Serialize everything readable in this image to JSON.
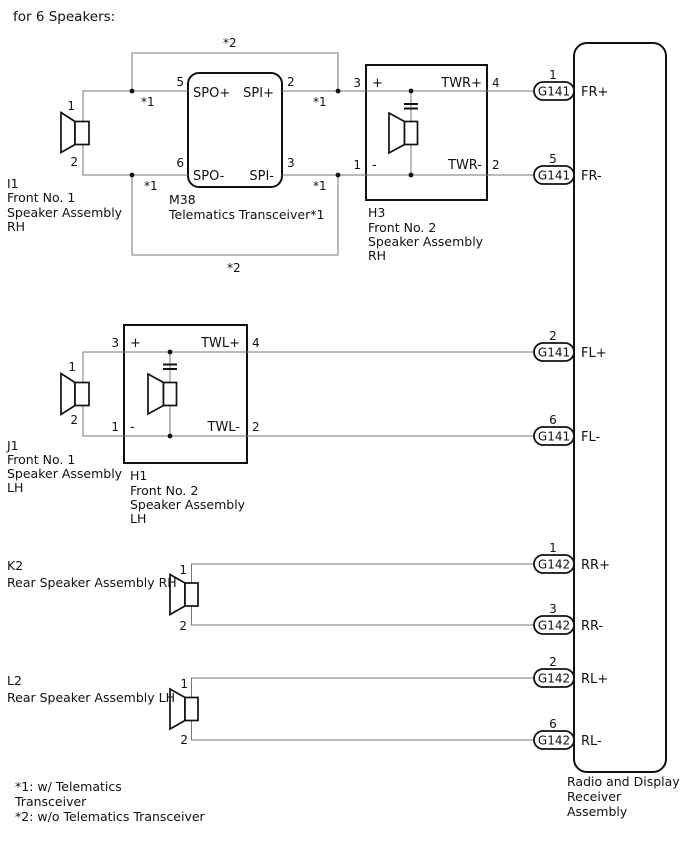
{
  "title": "for 6 Speakers:",
  "annotations": {
    "star1": "*1",
    "star2": "*2"
  },
  "footnotes": {
    "l1": "*1: w/ Telematics",
    "l2": "Transceiver",
    "l3": "*2: w/o Telematics Transceiver"
  },
  "radio": {
    "l1": "Radio and Display",
    "l2": "Receiver",
    "l3": "Assembly"
  },
  "i1": {
    "code": "I1",
    "l1": "Front No. 1",
    "l2": "Speaker Assembly",
    "l3": "RH",
    "p1": "1",
    "p2": "2"
  },
  "j1": {
    "code": "J1",
    "l1": "Front No. 1",
    "l2": "Speaker Assembly",
    "l3": "LH",
    "p1": "1",
    "p2": "2"
  },
  "k2": {
    "code": "K2",
    "l1": "Rear Speaker Assembly RH",
    "p1": "1",
    "p2": "2"
  },
  "l2": {
    "code": "L2",
    "l1": "Rear Speaker Assembly LH",
    "p1": "1",
    "p2": "2"
  },
  "m38": {
    "code": "M38",
    "name": "Telematics Transceiver*1",
    "p5": "5",
    "spo_plus": "SPO+",
    "p2": "2",
    "spi_plus": "SPI+",
    "p6": "6",
    "spo_minus": "SPO-",
    "p3": "3",
    "spi_minus": "SPI-"
  },
  "h3": {
    "code": "H3",
    "l1": "Front No. 2",
    "l2": "Speaker Assembly",
    "l3": "RH",
    "p3": "3",
    "plus": "+",
    "twr_plus": "TWR+",
    "p4": "4",
    "p1": "1",
    "minus": "-",
    "twr_minus": "TWR-",
    "p2": "2"
  },
  "h1": {
    "code": "H1",
    "l1": "Front No. 2",
    "l2": "Speaker Assembly",
    "l3": "LH",
    "p3": "3",
    "plus": "+",
    "twl_plus": "TWL+",
    "p4": "4",
    "p1": "1",
    "minus": "-",
    "twl_minus": "TWL-",
    "p2": "2"
  },
  "connectors": [
    {
      "pin": "1",
      "id": "G141",
      "signal": "FR+"
    },
    {
      "pin": "5",
      "id": "G141",
      "signal": "FR-"
    },
    {
      "pin": "2",
      "id": "G141",
      "signal": "FL+"
    },
    {
      "pin": "6",
      "id": "G141",
      "signal": "FL-"
    },
    {
      "pin": "1",
      "id": "G142",
      "signal": "RR+"
    },
    {
      "pin": "3",
      "id": "G142",
      "signal": "RR-"
    },
    {
      "pin": "2",
      "id": "G142",
      "signal": "RL+"
    },
    {
      "pin": "6",
      "id": "G142",
      "signal": "RL-"
    }
  ]
}
